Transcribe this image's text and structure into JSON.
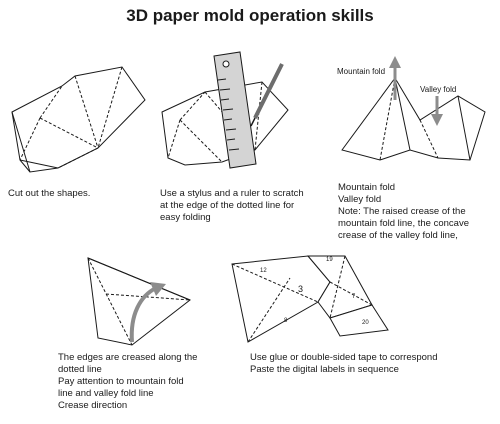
{
  "title": "3D paper mold operation skills",
  "steps": [
    {
      "caption": "Cut out the shapes."
    },
    {
      "caption": "Use a stylus and a ruler to scratch\nat the edge of the dotted line for\neasy folding"
    },
    {
      "caption": "Mountain fold\nValley fold\nNote: The raised crease of the\nmountain fold line, the concave\ncrease of the valley fold line,"
    },
    {
      "caption": "The edges are creased along the\ndotted line\nPay attention to mountain fold\nline and valley fold line\nCrease direction"
    },
    {
      "caption": "Use glue or double-sided tape to correspond\nPaste the digital labels in sequence"
    }
  ],
  "labels": {
    "mountain_fold": "Mountain fold",
    "valley_fold": "Valley fold",
    "numbers": [
      "12",
      "19",
      "3",
      "8",
      "7",
      "20"
    ]
  },
  "colors": {
    "arrow": "#8c8c8c",
    "ink": "#1a1a1a"
  }
}
